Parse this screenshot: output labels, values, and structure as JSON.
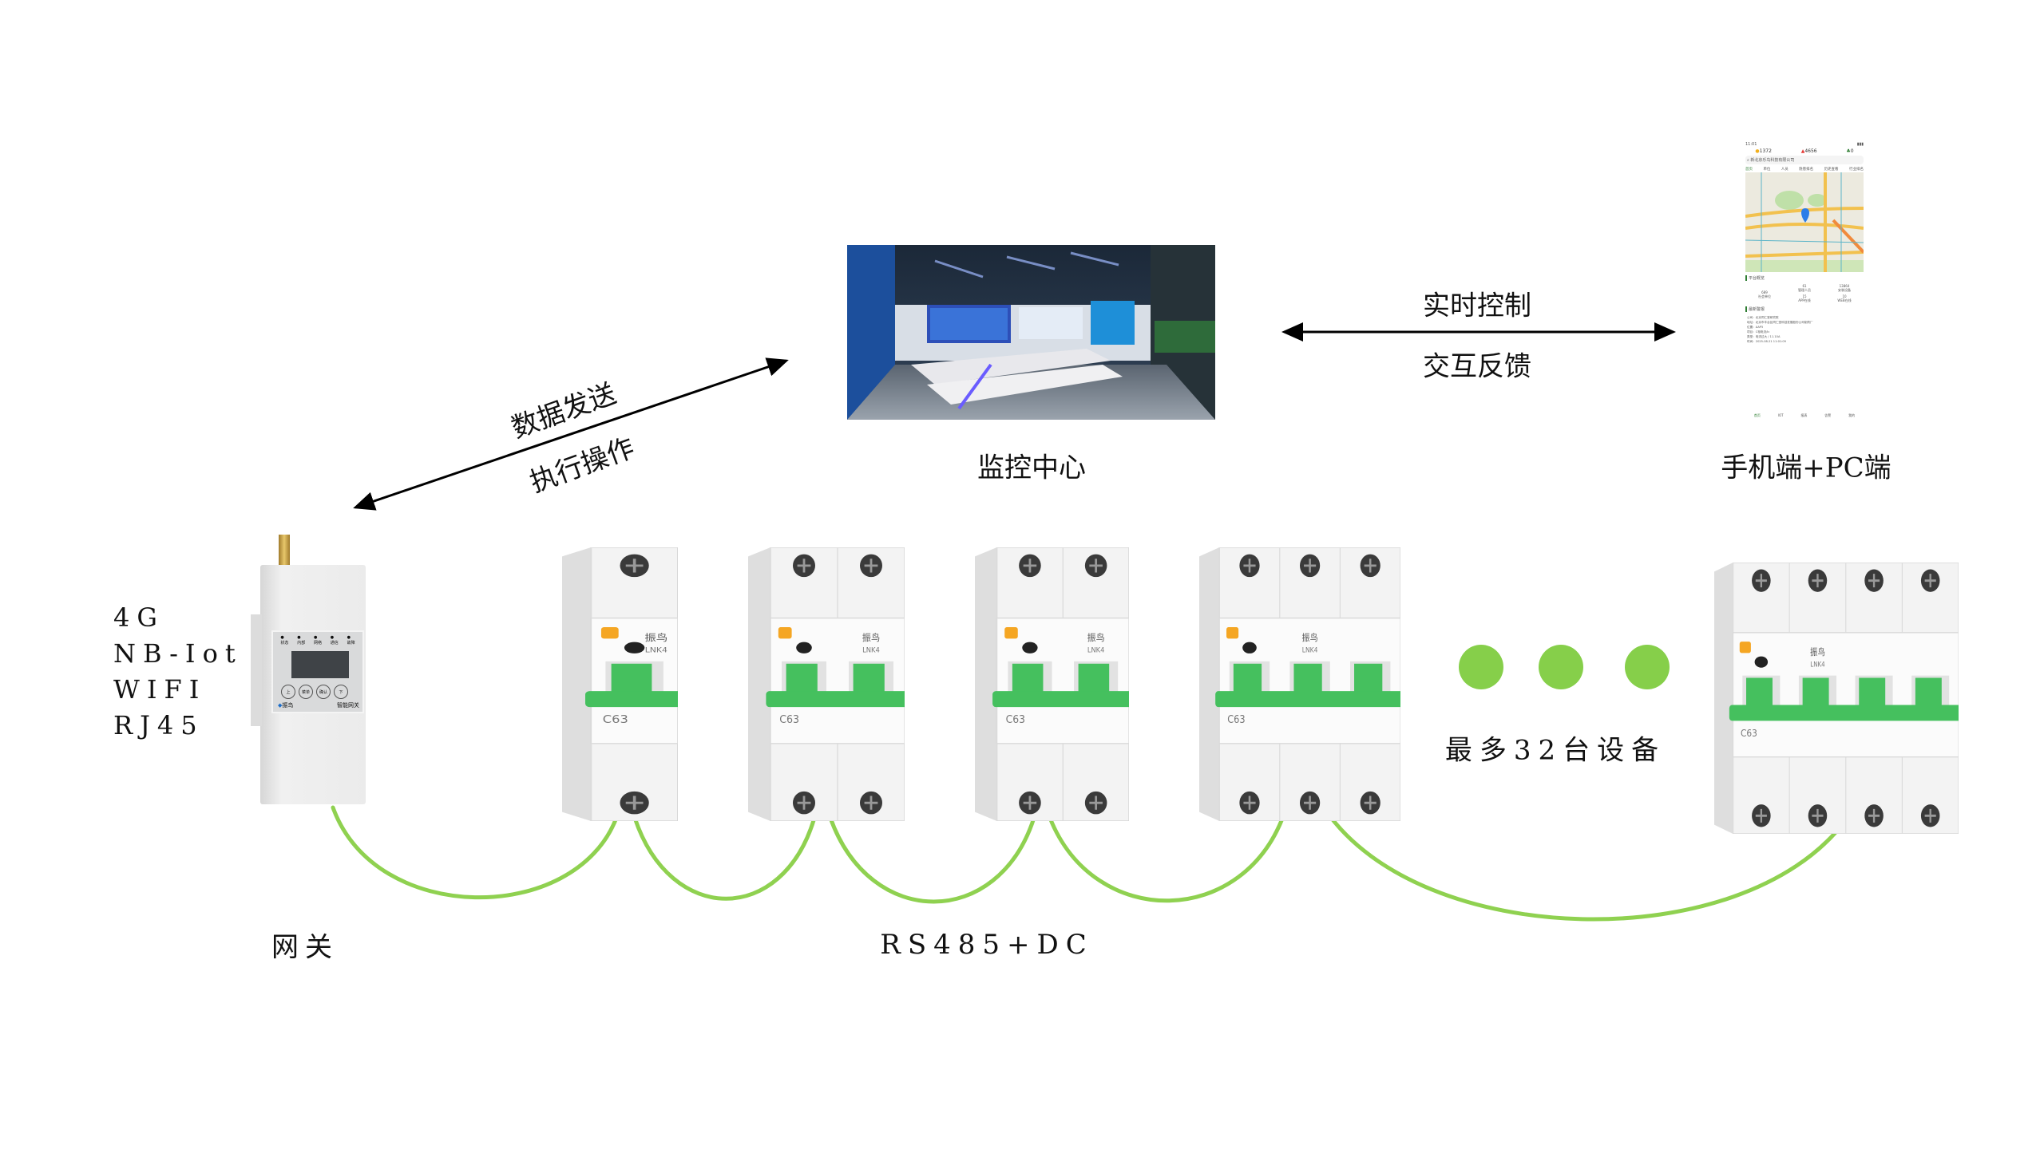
{
  "center": {
    "label": "监控中心"
  },
  "clients": {
    "label": "手机端+PC端"
  },
  "left_arrow": {
    "top_label": "数据发送",
    "bottom_label": "执行操作"
  },
  "right_arrow": {
    "top_label": "实时控制",
    "bottom_label": "交互反馈"
  },
  "connectivity": [
    "4G",
    "NB-Iot",
    "WIFI",
    "RJ45"
  ],
  "gateway": {
    "label": "网关",
    "device_text": "智能网关",
    "buttons": [
      "上",
      "菜单",
      "确认",
      "下"
    ],
    "leds": [
      "状态",
      "内部",
      "网络",
      "通信",
      "故障"
    ],
    "brand": "振鸟"
  },
  "bus": {
    "label": "RS485+DC"
  },
  "max_devices": {
    "label": "最多32台设备"
  },
  "breakers": [
    {
      "poles": 1,
      "model": "C63"
    },
    {
      "poles": 2,
      "model": "C63"
    },
    {
      "poles": 2,
      "model": "C63"
    },
    {
      "poles": 3,
      "model": "C63"
    },
    {
      "poles": 4,
      "model": "C63"
    }
  ],
  "breaker_brand": "振鸟",
  "breaker_series": "LNK4",
  "phone": {
    "time": "11:01",
    "stats": [
      "1372",
      "4656",
      "0"
    ],
    "search_placeholder": "新北京乐鸟科技有限公司",
    "tabs": [
      "首页",
      "单位",
      "人员",
      "隐患排名",
      "历史查看",
      "行业排名"
    ],
    "overview_title": "平台概览",
    "overview": [
      [
        "689",
        "社会单位"
      ],
      [
        "61",
        "管理人员"
      ],
      [
        "13864",
        "安装设备"
      ],
      [
        "15",
        "APP在线"
      ],
      [
        "10",
        "WEB在线"
      ]
    ],
    "alarm_title": "最新警报",
    "alarm_lines": [
      "公司：北京同仁堂研究院",
      "地址：北京市丰台区同仁堂科技发展股份公司制药厂",
      "位置：AAP5",
      "项目：C相电流/Ic",
      "类型：电流过大 / 11.10A",
      "时间：2025-08-21 11:01:09"
    ],
    "nav": [
      "首页",
      "IOT",
      "报表",
      "告警",
      "我的"
    ]
  },
  "colors": {
    "cable": "#8fd150",
    "breaker_green": "#45c05e",
    "dot": "#86cf4a"
  }
}
